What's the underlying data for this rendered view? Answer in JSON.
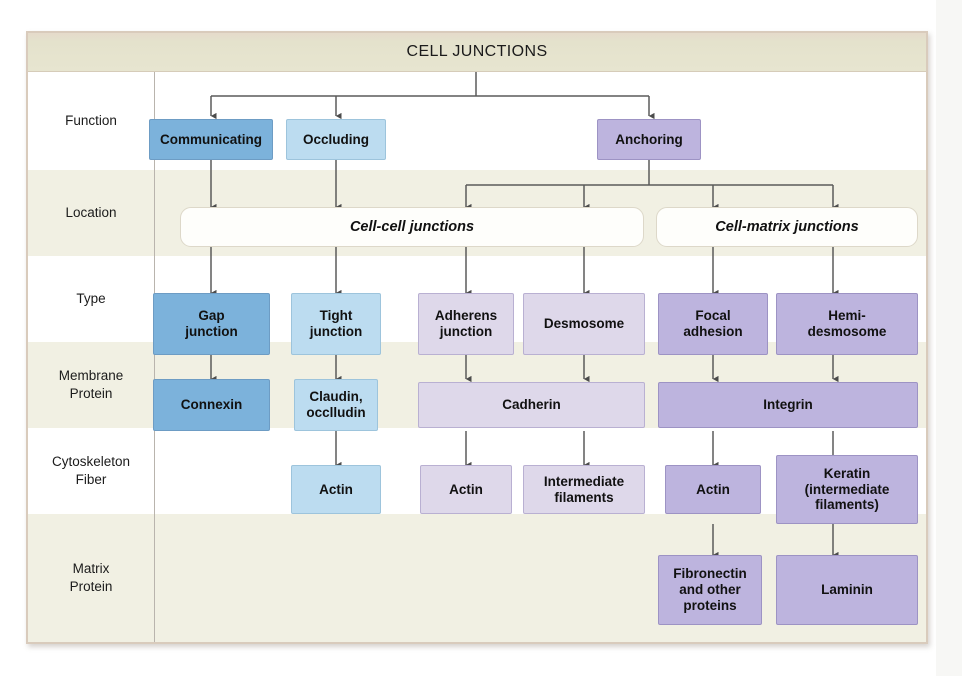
{
  "diagram": {
    "title": "CELL JUNCTIONS",
    "row_labels": [
      "Function",
      "Location",
      "Type",
      "Membrane\nProtein",
      "Cytoskeleton\nFiber",
      "Matrix\nProtein"
    ],
    "rows": {
      "function": [
        "Communicating",
        "Occluding",
        "Anchoring"
      ],
      "location": [
        "Cell-cell junctions",
        "Cell-matrix junctions"
      ],
      "type": [
        "Gap\njunction",
        "Tight\njunction",
        "Adherens\njunction",
        "Desmosome",
        "Focal\nadhesion",
        "Hemi-\ndesmosome"
      ],
      "membrane_protein": [
        "Connexin",
        "Claudin,\nocclludin",
        "Cadherin",
        "Integrin"
      ],
      "cytoskeleton_fiber": [
        "Actin",
        "Actin",
        "Intermediate\nfilaments",
        "Actin",
        "Keratin\n(intermediate\nfilaments)"
      ],
      "matrix_protein": [
        "Fibronectin\nand other\nproteins",
        "Laminin"
      ]
    },
    "labels": {
      "communicating": "Communicating",
      "occluding": "Occluding",
      "anchoring": "Anchoring",
      "cell_cell": "Cell-cell junctions",
      "cell_matrix": "Cell-matrix junctions",
      "gap_junction": "Gap\njunction",
      "tight_junction": "Tight\njunction",
      "adherens_junction": "Adherens\njunction",
      "desmosome": "Desmosome",
      "focal_adhesion": "Focal\nadhesion",
      "hemidesmosome": "Hemi-\ndesmosome",
      "connexin": "Connexin",
      "claudin_occludin": "Claudin,\nocclludin",
      "cadherin": "Cadherin",
      "integrin": "Integrin",
      "actin_tight": "Actin",
      "actin_adherens": "Actin",
      "intermediate_filaments": "Intermediate\nfilaments",
      "actin_focal": "Actin",
      "keratin": "Keratin\n(intermediate\nfilaments)",
      "fibronectin": "Fibronectin\nand other\nproteins",
      "laminin": "Laminin"
    },
    "colors": {
      "title_band": "#e7e5d0",
      "frame_border": "#d9cbbc",
      "row_shaded": "#f1f0e3",
      "row_plain": "#ffffff",
      "blue_dark": "#7cb2db",
      "blue_light": "#bcdcf0",
      "lavender_light": "#ded8ea",
      "lavender_dark": "#bdb4de",
      "connector": "#5a5a5a"
    }
  }
}
